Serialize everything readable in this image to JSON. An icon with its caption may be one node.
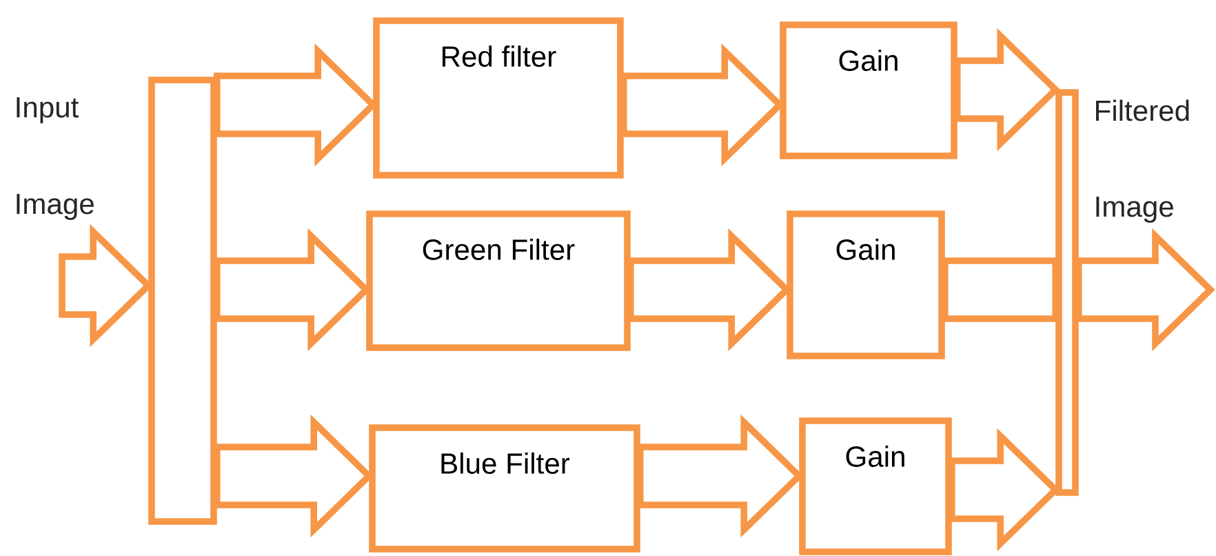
{
  "diagram": {
    "nodes": [
      {
        "text": [],
        "shape": "bar"
      },
      {
        "text": [
          "Red filter"
        ]
      },
      {
        "text": [
          "Green Filter"
        ]
      },
      {
        "text": [
          "Blue Filter"
        ]
      },
      {
        "text": [
          "Gain"
        ]
      },
      {
        "text": [
          "Gain"
        ]
      },
      {
        "text": [
          "Gain"
        ]
      },
      {
        "text": [],
        "shape": "bar"
      }
    ],
    "edges": [
      {
        "from": null,
        "to": 0,
        "arrow": "to"
      },
      {
        "from": 0,
        "to": 1,
        "arrow": "to"
      },
      {
        "from": 0,
        "to": 2,
        "arrow": "to"
      },
      {
        "from": 0,
        "to": 3,
        "arrow": "to"
      },
      {
        "from": 1,
        "to": 4,
        "arrow": "to"
      },
      {
        "from": 2,
        "to": 5,
        "arrow": "to"
      },
      {
        "from": 3,
        "to": 6,
        "arrow": "to"
      },
      {
        "from": 4,
        "to": 7,
        "arrow": "to"
      },
      {
        "from": 5,
        "to": 7,
        "arrow": "none"
      },
      {
        "from": 6,
        "to": 7,
        "arrow": "to"
      },
      {
        "from": 7,
        "to": null,
        "arrow": "to"
      }
    ],
    "labels": [
      "Input",
      "Image",
      "Filtered",
      "Image"
    ]
  }
}
